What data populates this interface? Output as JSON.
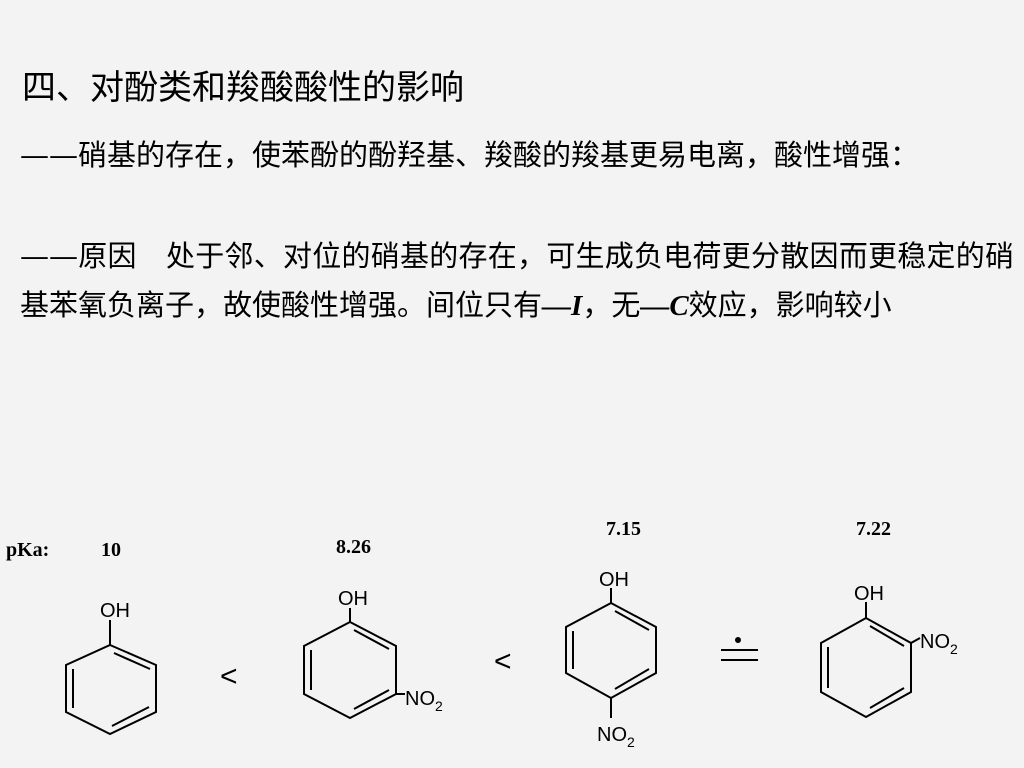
{
  "title": "四、对酚类和羧酸酸性的影响",
  "paragraph1": "——硝基的存在，使苯酚的酚羟基、羧酸的羧基更易电离，酸性增强：",
  "paragraph2": {
    "part1": "——原因　处于邻、对位的硝基的存在，可生成负电荷更分散因而更稳定的硝基苯氧负离子，故使酸性增强。间位只有",
    "effect_i": "—I",
    "part2": "，无",
    "effect_c": "—C",
    "part3": "效应，影响较小"
  },
  "pka_label": "pKa:",
  "compounds": [
    {
      "pka": "10",
      "oh": "OH"
    },
    {
      "pka": "8.26",
      "oh": "OH",
      "no2": "NO",
      "sub": "2"
    },
    {
      "pka": "7.15",
      "oh": "OH",
      "no2": "NO",
      "sub": "2"
    },
    {
      "pka": "7.22",
      "oh": "OH",
      "no2": "NO",
      "sub": "2"
    }
  ],
  "comparators": [
    "<",
    "<"
  ]
}
